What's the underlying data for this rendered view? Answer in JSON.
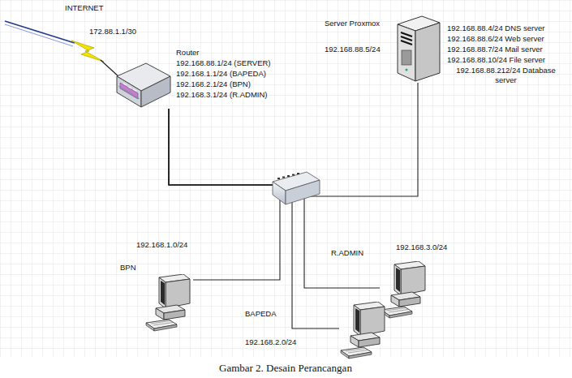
{
  "diagram": {
    "caption": "Gambar 2. Desain Perancangan",
    "nodes": [
      {
        "text": [
          "Router",
          "192.168.88.1/24 (SERVER)",
          "192.168.1.1/24 (BAPEDA)",
          "192.168.2.1/24 (BPN)",
          "192.168.3.1/24 (R.ADMIN)"
        ]
      },
      {
        "text": [
          "Server Proxmox",
          "192.168.88.5/24",
          "192.168.88.4/24 DNS server",
          "192.168.88.6/24 Web server",
          "192.168.88.7/24 Mail server",
          "192.168.88.10/24 File server",
          "192.168.88.212/24 Database server"
        ]
      },
      {
        "text": [
          "192.168.1.0/24",
          "BPN"
        ]
      },
      {
        "text": [
          "R.ADMIN",
          "192.168.3.0/24"
        ]
      },
      {
        "text": [
          "BAPEDA",
          "192.168.2.0/24"
        ]
      }
    ],
    "edges": [
      {
        "from": 0,
        "to": 1,
        "arrow": "none"
      },
      {
        "from": 0,
        "to": 2,
        "arrow": "none"
      },
      {
        "from": 0,
        "to": 3,
        "arrow": "none"
      },
      {
        "from": 0,
        "to": 4,
        "arrow": "none"
      }
    ],
    "labels": [
      "INTERNET",
      "172.88.1.1/30"
    ]
  }
}
